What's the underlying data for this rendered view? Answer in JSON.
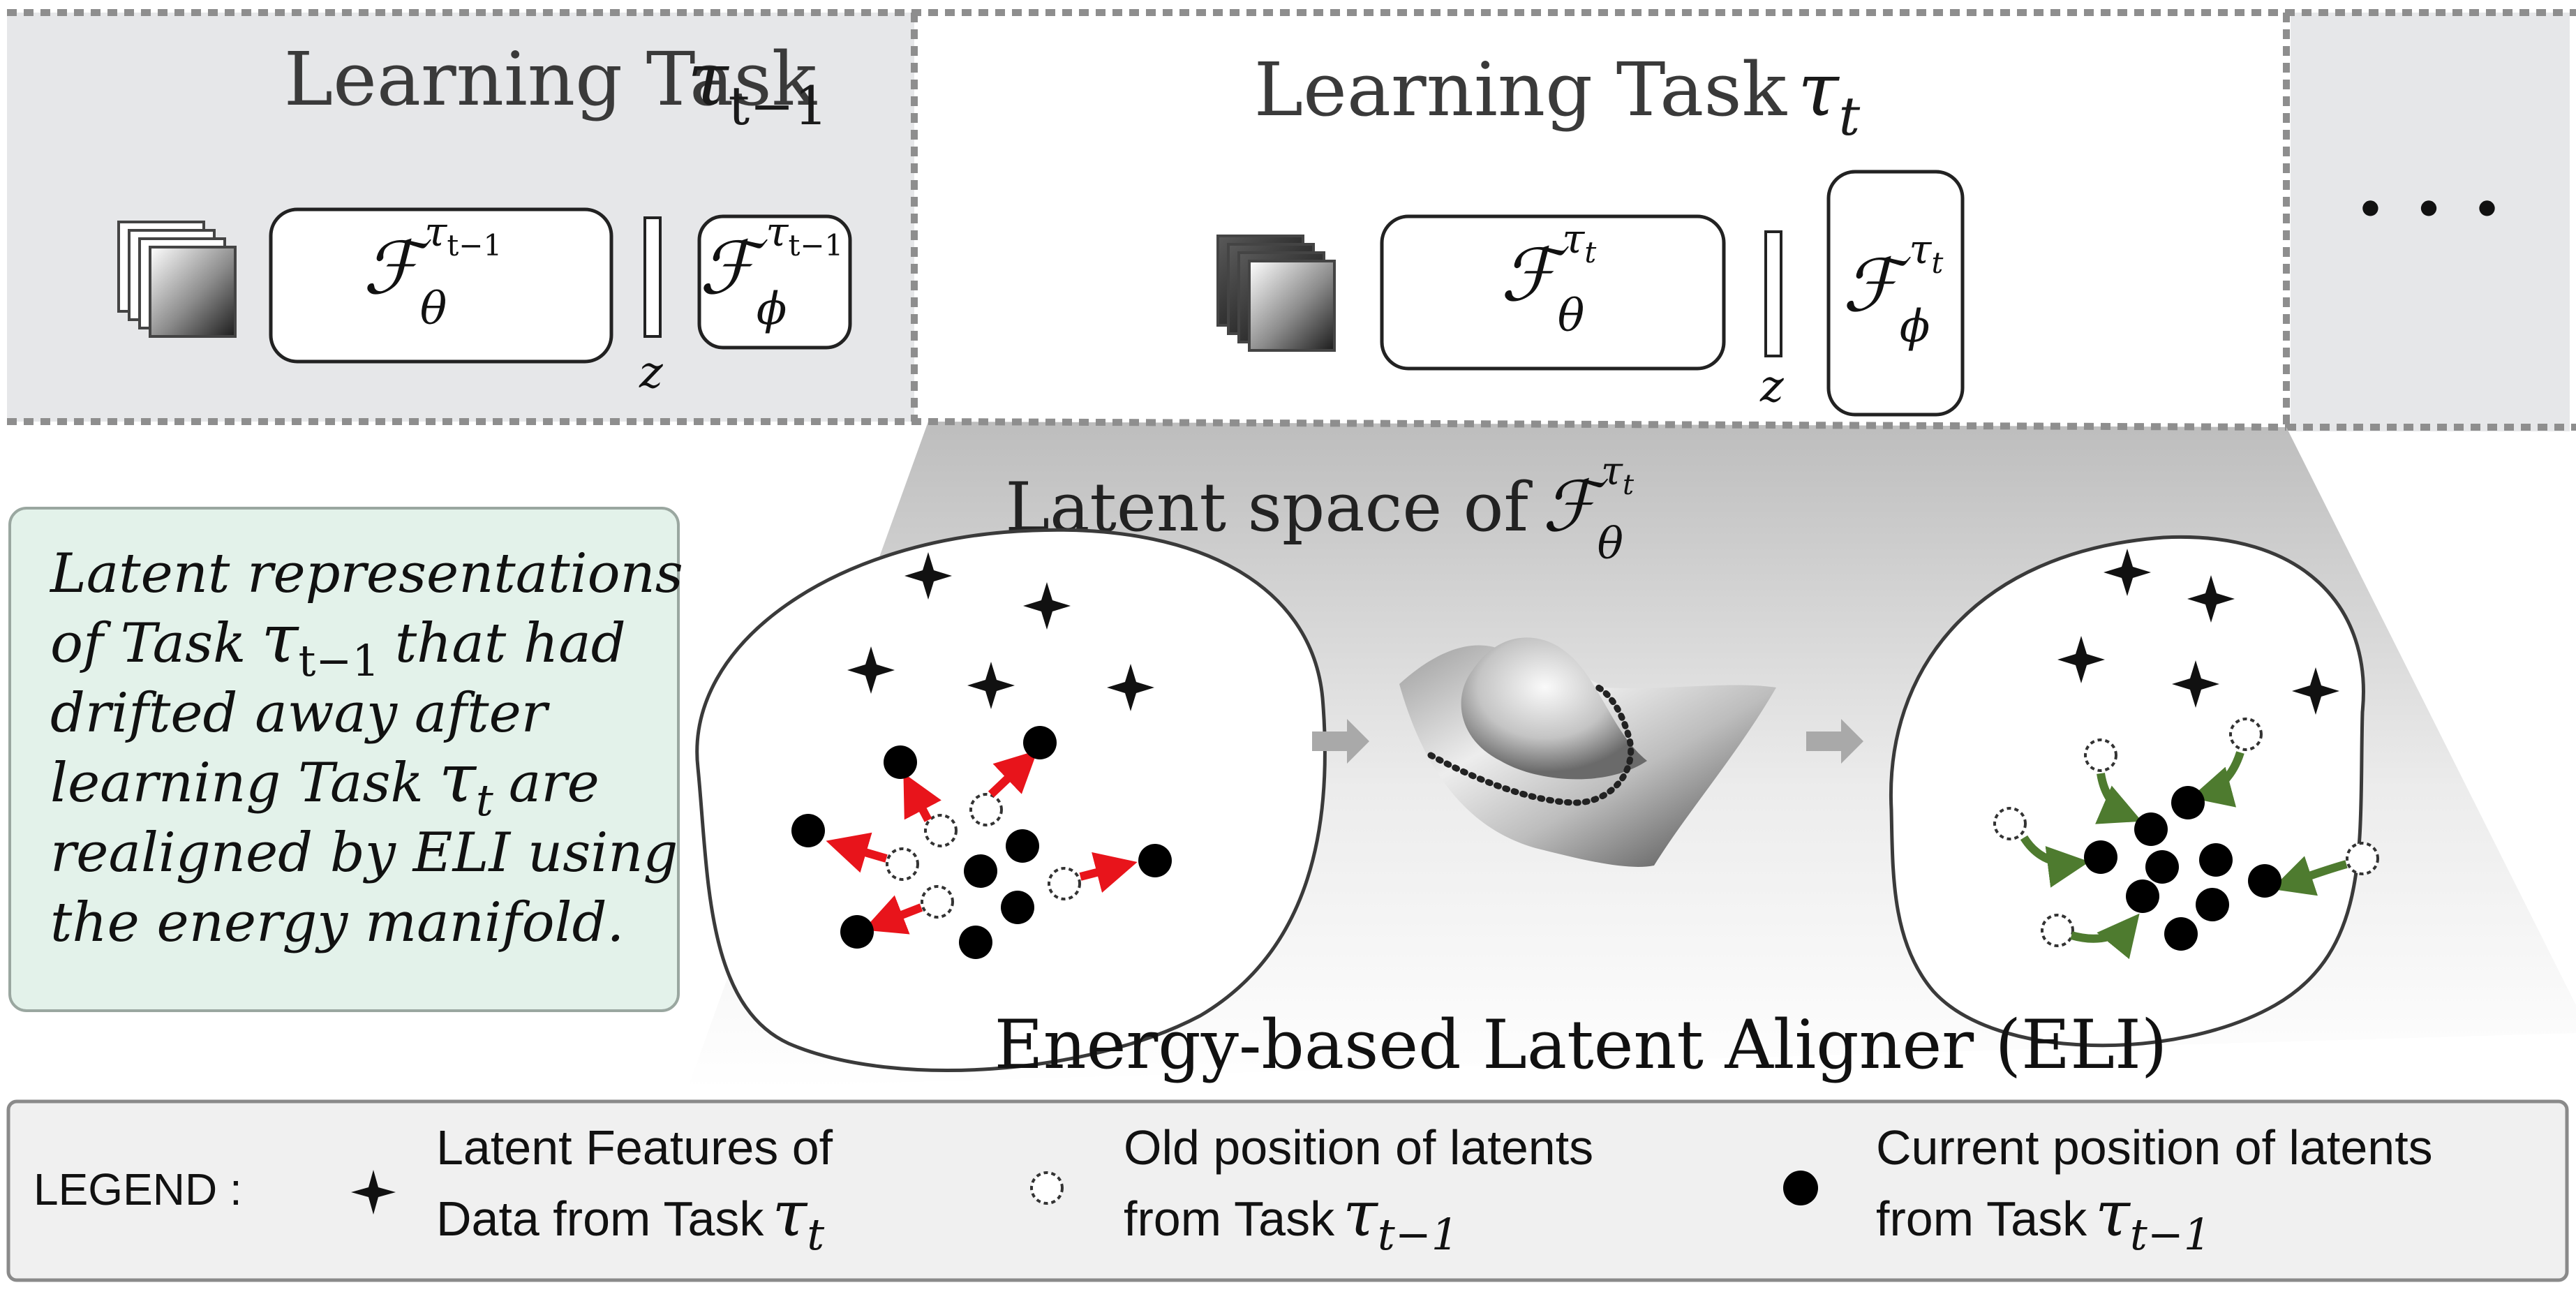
{
  "tasks": {
    "prev": {
      "label": "Learning Task",
      "symbol": "τ",
      "subscript": "t−1"
    },
    "curr": {
      "label": "Learning Task",
      "symbol": "τ",
      "subscript": "t"
    },
    "more": "· · ·"
  },
  "modules": {
    "prev_encoder": {
      "base": "ℱ",
      "sub": "θ",
      "sup_sym": "τ",
      "sup_sub": "t−1"
    },
    "prev_head": {
      "base": "ℱ",
      "sub": "ϕ",
      "sup_sym": "τ",
      "sup_sub": "t−1"
    },
    "curr_encoder": {
      "base": "ℱ",
      "sub": "θ",
      "sup_sym": "τ",
      "sup_sub": "t"
    },
    "curr_head": {
      "base": "ℱ",
      "sub": "ϕ",
      "sup_sym": "τ",
      "sup_sub": "t"
    },
    "latent_label": "z"
  },
  "latent_space": {
    "title_prefix": "Latent space of",
    "title_math": {
      "base": "ℱ",
      "sub": "θ",
      "sup_sym": "τ",
      "sup_sub": "t"
    }
  },
  "note": {
    "lines": [
      "Latent representations",
      "of Task",
      "that had",
      "drifted away after",
      "learning Task",
      "are",
      "realigned by ELI using",
      "the energy manifold."
    ],
    "sym1": "τ",
    "sym1_sub": "t−1",
    "sym2": "τ",
    "sym2_sub": "t"
  },
  "aligner_title": "Energy-based Latent Aligner (ELI)",
  "legend": {
    "title": "LEGEND :",
    "items": [
      {
        "line1": "Latent Features of",
        "line2": "Data from Task",
        "sym": "τ",
        "sub": "t"
      },
      {
        "line1": "Old position of latents",
        "line2": "from Task",
        "sym": "τ",
        "sub": "t−1"
      },
      {
        "line1": "Current position of latents",
        "line2": "from Task",
        "sym": "τ",
        "sub": "t−1"
      }
    ]
  },
  "colors": {
    "drift_arrow": "#e8141b",
    "align_arrow": "#4e7b2f",
    "note_bg": "#e3f2ea",
    "panel_gray": "#e6e7e9"
  }
}
